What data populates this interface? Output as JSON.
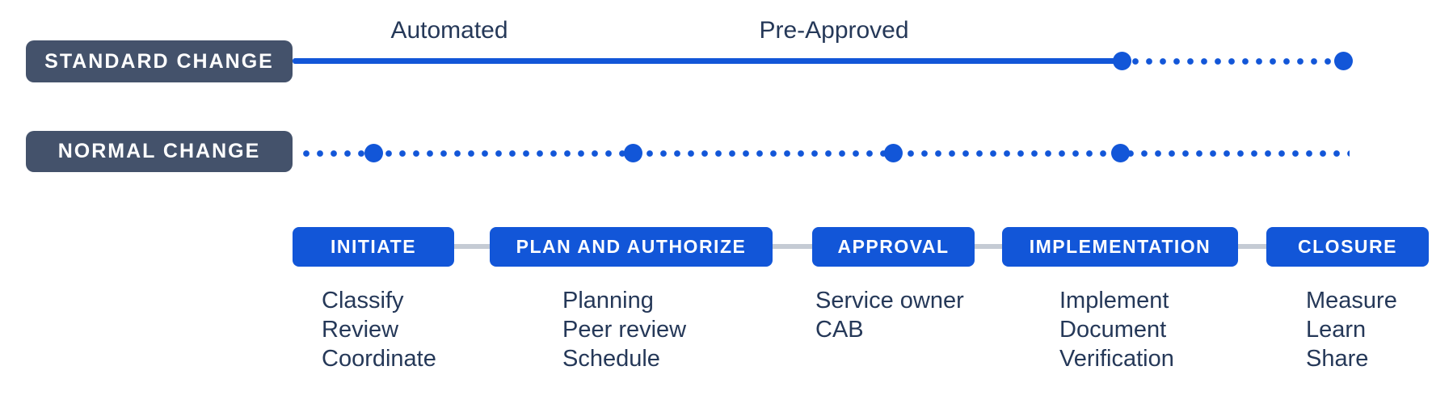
{
  "colors": {
    "blue": "#1256D8",
    "slate": "#44526B",
    "navy": "#253858",
    "connector": "#C5CBD4",
    "background": "#FFFFFF"
  },
  "standard_row": {
    "badge": "STANDARD CHANGE",
    "phase_labels": [
      "Automated",
      "Pre-Approved"
    ]
  },
  "normal_row": {
    "badge": "NORMAL CHANGE"
  },
  "stages": [
    {
      "label": "INITIATE",
      "items": [
        "Classify",
        "Review",
        "Coordinate"
      ]
    },
    {
      "label": "PLAN AND AUTHORIZE",
      "items": [
        "Planning",
        "Peer review",
        "Schedule"
      ]
    },
    {
      "label": "APPROVAL",
      "items": [
        "Service owner",
        "CAB"
      ]
    },
    {
      "label": "IMPLEMENTATION",
      "items": [
        "Implement",
        "Document",
        "Verification"
      ]
    },
    {
      "label": "CLOSURE",
      "items": [
        "Measure",
        "Learn",
        "Share"
      ]
    }
  ]
}
